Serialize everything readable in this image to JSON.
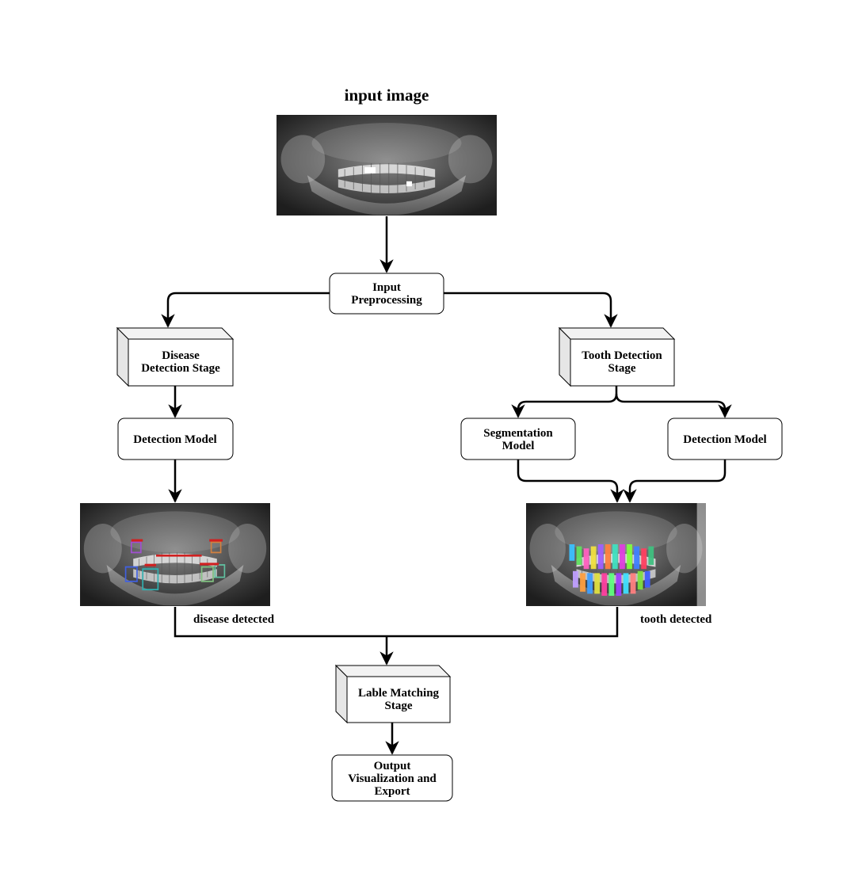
{
  "title": "input image",
  "nodes": {
    "preprocessing": [
      "Input",
      "Preprocessing"
    ],
    "disease_stage": [
      "Disease",
      "Detection Stage"
    ],
    "tooth_stage": [
      "Tooth Detection",
      "Stage"
    ],
    "disease_model": "Detection Model",
    "segmentation_model": [
      "Segmentation",
      "Model"
    ],
    "tooth_model": "Detection Model",
    "label_matching": [
      "Lable Matching",
      "Stage"
    ],
    "output": [
      "Output",
      "Visualization and",
      "Export"
    ]
  },
  "captions": {
    "disease": "disease detected",
    "tooth": "tooth detected"
  },
  "images": {
    "input": "panoramic-xray",
    "disease": "panoramic-xray-disease-boxes",
    "tooth": "panoramic-xray-tooth-segmentation"
  },
  "colors": {
    "stroke": "#000000",
    "box_fill": "#ffffff",
    "box3d_side": "#e6e6e6",
    "box3d_top": "#f2f2f2"
  }
}
